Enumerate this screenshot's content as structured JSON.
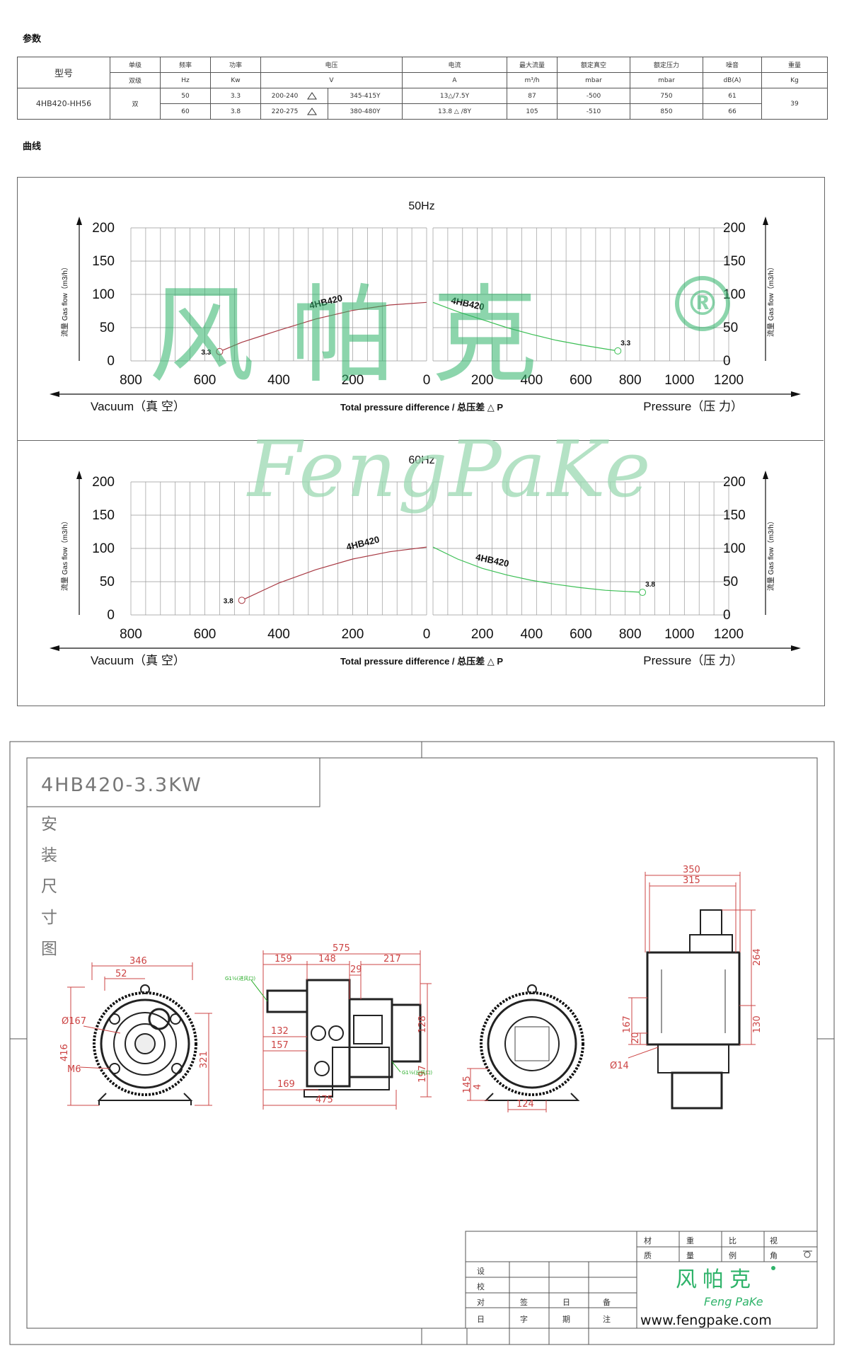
{
  "sections": {
    "params_title": "参数",
    "curve_title": "曲线"
  },
  "spec_table": {
    "header_row1": [
      "型号",
      "单级",
      "频率",
      "功率",
      "电压",
      "电流",
      "最大流量",
      "额定真空",
      "额定压力",
      "噪音",
      "重量"
    ],
    "header_row2": [
      "双级",
      "Hz",
      "Kw",
      "V",
      "A",
      "m³/h",
      "mbar",
      "mbar",
      "dB(A)",
      "Kg"
    ],
    "model": "4HB420-HH56",
    "stage": "双",
    "rows": [
      {
        "hz": "50",
        "kw": "3.3",
        "v_delta": "200-240",
        "v_y": "345-415Y",
        "current": "13△/7.5Y",
        "flow": "87",
        "vacuum": "-500",
        "pressure": "750",
        "noise": "61"
      },
      {
        "hz": "60",
        "kw": "3.8",
        "v_delta": "220-275",
        "v_y": "380-480Y",
        "current": "13.8 △ /8Y",
        "flow": "105",
        "vacuum": "-510",
        "pressure": "850",
        "noise": "66"
      }
    ],
    "weight": "39"
  },
  "chart_data": [
    {
      "type": "line",
      "title": "50Hz",
      "left_axis": {
        "label": "流量 Gas flow（m3/h）",
        "ticks": [
          "200",
          "150",
          "100",
          "50",
          "0"
        ]
      },
      "right_axis": {
        "label": "流量 Gas flow（m3/h）",
        "ticks": [
          "200",
          "150",
          "100",
          "50",
          "0"
        ]
      },
      "vacuum_ticks": [
        "800",
        "600",
        "400",
        "200",
        "0"
      ],
      "pressure_ticks": [
        "200",
        "400",
        "600",
        "800",
        "1000",
        "1200"
      ],
      "xlabel_left": "Vacuum（真 空）",
      "xlabel_center": "Total pressure difference / 总压差 △ P",
      "xlabel_right": "Pressure（压 力）",
      "ylim": [
        0,
        200
      ],
      "vacuum_xlim": [
        0,
        800
      ],
      "pressure_xlim": [
        0,
        1200
      ],
      "series": [
        {
          "name": "4HB420",
          "side": "vacuum",
          "color": "#a83a44",
          "points": [
            [
              0,
              88
            ],
            [
              100,
              84
            ],
            [
              200,
              76
            ],
            [
              300,
              63
            ],
            [
              400,
              46
            ],
            [
              500,
              28
            ],
            [
              560,
              14
            ]
          ],
          "end_label": "3.3"
        },
        {
          "name": "4HB420",
          "side": "pressure",
          "color": "#3cbf55",
          "points": [
            [
              0,
              88
            ],
            [
              100,
              74
            ],
            [
              200,
              62
            ],
            [
              300,
              50
            ],
            [
              400,
              40
            ],
            [
              500,
              31
            ],
            [
              600,
              24
            ],
            [
              700,
              18
            ],
            [
              750,
              15
            ]
          ],
          "end_label": "3.3"
        }
      ]
    },
    {
      "type": "line",
      "title": "60Hz",
      "left_axis": {
        "label": "流量 Gas flow（m3/h）",
        "ticks": [
          "200",
          "150",
          "100",
          "50",
          "0"
        ]
      },
      "right_axis": {
        "label": "流量 Gas flow（m3/h）",
        "ticks": [
          "200",
          "150",
          "100",
          "50",
          "0"
        ]
      },
      "vacuum_ticks": [
        "800",
        "600",
        "400",
        "200",
        "0"
      ],
      "pressure_ticks": [
        "200",
        "400",
        "600",
        "800",
        "1000",
        "1200"
      ],
      "xlabel_left": "Vacuum（真 空）",
      "xlabel_center": "Total pressure difference / 总压差 △ P",
      "xlabel_right": "Pressure（压 力）",
      "ylim": [
        0,
        200
      ],
      "vacuum_xlim": [
        0,
        800
      ],
      "pressure_xlim": [
        0,
        1200
      ],
      "series": [
        {
          "name": "4HB420",
          "side": "vacuum",
          "color": "#a83a44",
          "points": [
            [
              0,
              102
            ],
            [
              100,
              95
            ],
            [
              200,
              84
            ],
            [
              300,
              68
            ],
            [
              400,
              48
            ],
            [
              500,
              22
            ]
          ],
          "end_label": "3.8"
        },
        {
          "name": "4HB420",
          "side": "pressure",
          "color": "#3cbf55",
          "points": [
            [
              0,
              102
            ],
            [
              100,
              84
            ],
            [
              200,
              70
            ],
            [
              300,
              60
            ],
            [
              400,
              52
            ],
            [
              500,
              46
            ],
            [
              600,
              41
            ],
            [
              700,
              37
            ],
            [
              800,
              35
            ],
            [
              850,
              34
            ]
          ],
          "end_label": "3.8"
        }
      ]
    }
  ],
  "watermark": {
    "cn": "风帕克",
    "reg": "®",
    "en": "FengPaKe"
  },
  "drawing": {
    "title": "4HB420-3.3KW",
    "side_label": [
      "安",
      "装",
      "尺",
      "寸",
      "图"
    ],
    "view1": {
      "d346": "346",
      "d52": "52",
      "dia167": "Ø167",
      "d416": "416",
      "m6": "M6",
      "d321": "321"
    },
    "view2": {
      "d575": "575",
      "d159": "159",
      "d148": "148",
      "d217": "217",
      "d29": "29",
      "d132": "132",
      "d157": "157",
      "d128": "128",
      "d169": "169",
      "d197": "197",
      "d475": "475",
      "g_in": "G1½(进风口)",
      "g_out": "G1½(出风口)"
    },
    "view3": {
      "d145": "145",
      "d4": "4",
      "d124": "124"
    },
    "view4": {
      "d350": "350",
      "d315": "315",
      "d264": "264",
      "d167": "167",
      "d20": "20",
      "d130": "130",
      "dia14": "Ø14"
    },
    "title_block": {
      "row1": [
        "材",
        "重",
        "比",
        "视"
      ],
      "row2": [
        "质",
        "量",
        "例",
        "角"
      ],
      "left_col": [
        "设",
        "校",
        "对",
        "日"
      ],
      "bottom_row1": [
        "签",
        "日",
        "备"
      ],
      "bottom_row2": [
        "字",
        "期",
        "注"
      ],
      "logo_cn": "风帕克",
      "logo_en": "Feng PaKe",
      "website": "www.fengpake.com"
    }
  }
}
